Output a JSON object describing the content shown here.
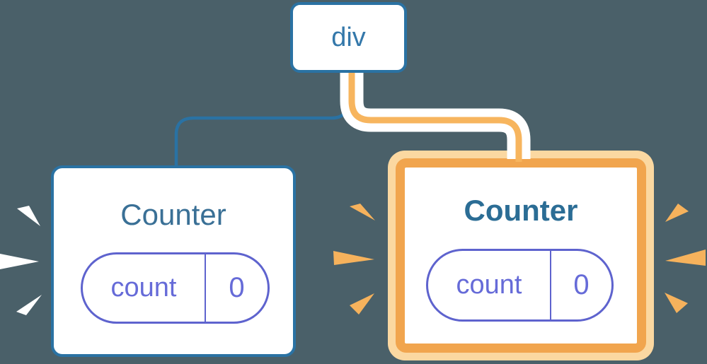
{
  "diagram": {
    "description": "React component tree: a div root with two Counter children; the second Counter instance is highlighted as new state",
    "root_node": {
      "label": "div"
    },
    "counters": [
      {
        "title": "Counter",
        "state_key": "count",
        "state_value": "0",
        "variant": "default"
      },
      {
        "title": "Counter",
        "state_key": "count",
        "state_value": "0",
        "variant": "highlighted"
      }
    ],
    "sparkles": {
      "left_card": {
        "count": 3,
        "color": "#ffffff",
        "side": "left"
      },
      "right_card": {
        "count": 6,
        "color": "#f6b25c",
        "sides": "left-and-right"
      }
    },
    "colors": {
      "background": "#4a6069",
      "node_border_blue": "#2a72a3",
      "edge_blue": "#2a72a3",
      "edge_orange": "#f7b55e",
      "edge_outline": "#ffffff",
      "highlight_ring_orange": "#f1a54e",
      "highlight_ring_peach": "#fbd8a1",
      "pill_purple": "#5e63ce",
      "pill_text_purple": "#666bd8",
      "title_blue": "#3a7096",
      "title_blue_bold": "#2b6d95",
      "card_fill": "#ffffff"
    }
  }
}
